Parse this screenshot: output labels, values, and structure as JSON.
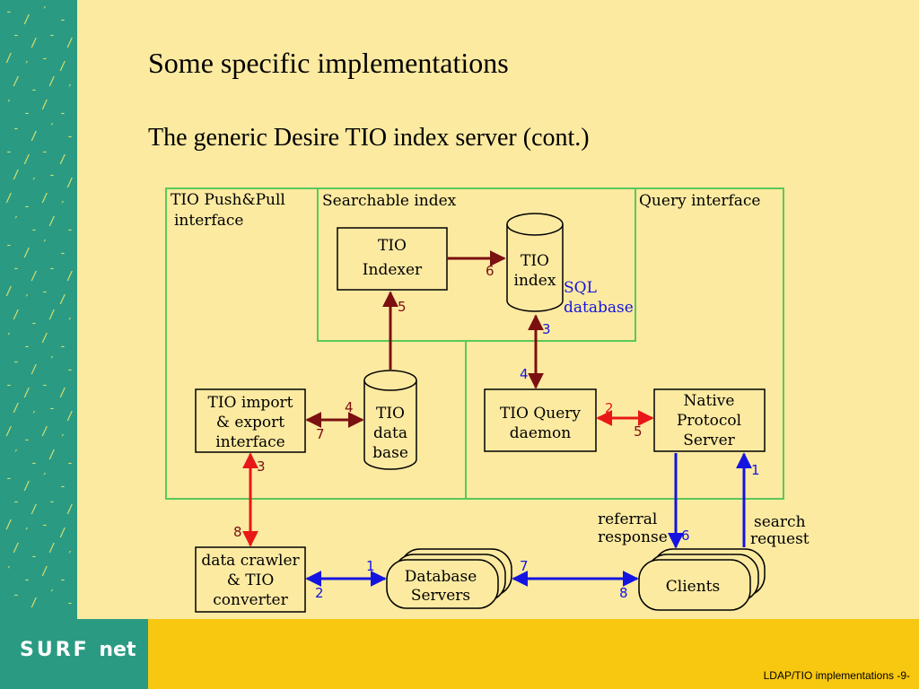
{
  "slide": {
    "title": "Some specific implementations",
    "subtitle": "The generic Desire TIO index server (cont.)",
    "footer": "LDAP/TIO implementations -9-",
    "logo": {
      "main": "SURF",
      "suffix": "net"
    }
  },
  "colors": {
    "background": "#fceaa1",
    "sidebar": "#2a9b82",
    "footer_band": "#f8c810",
    "frame": "#5ac85a",
    "arrow_dark_red": "#7a1010",
    "arrow_red": "#e81818",
    "arrow_blue": "#1414e0"
  },
  "diagram": {
    "regions": {
      "push_pull": {
        "line1": "TIO Push&Pull",
        "line2": "interface"
      },
      "searchable_index": "Searchable index",
      "query_interface": "Query interface"
    },
    "nodes": {
      "tio_indexer": {
        "line1": "TIO",
        "line2": "Indexer"
      },
      "tio_index": {
        "line1": "TIO",
        "line2": "index"
      },
      "sql_database": {
        "line1": "SQL",
        "line2": "database"
      },
      "tio_import_export": {
        "line1": "TIO  import",
        "line2": "& export",
        "line3": "interface"
      },
      "tio_data_base": {
        "line1": "TIO",
        "line2": "data",
        "line3": "base"
      },
      "tio_query_daemon": {
        "line1": "TIO Query",
        "line2": "daemon"
      },
      "native_protocol_server": {
        "line1": "Native",
        "line2": "Protocol",
        "line3": "Server"
      },
      "data_crawler": {
        "line1": "data crawler",
        "line2": "& TIO",
        "line3": "converter"
      },
      "database_servers": {
        "line1": "Database",
        "line2": "Servers"
      },
      "clients": {
        "line1": "Clients"
      }
    },
    "labels": {
      "referral_response": {
        "line1": "referral",
        "line2": "response"
      },
      "search_request": {
        "line1": "search",
        "line2": "request"
      }
    },
    "steps": {
      "indexer_to_index": "6",
      "database_to_indexer": "5",
      "index_query": "3",
      "query_index": "4",
      "import_to_database": "4",
      "database_to_import": "7",
      "import_to_crawler": "3",
      "crawler_to_import": "8",
      "daemon_to_server": "2",
      "server_to_daemon": "5",
      "crawler_to_dbservers": "1",
      "dbservers_to_crawler": "2",
      "dbservers_to_clients": "7",
      "clients_to_dbservers": "8",
      "server_to_clients": "6",
      "clients_to_server": "1"
    }
  }
}
